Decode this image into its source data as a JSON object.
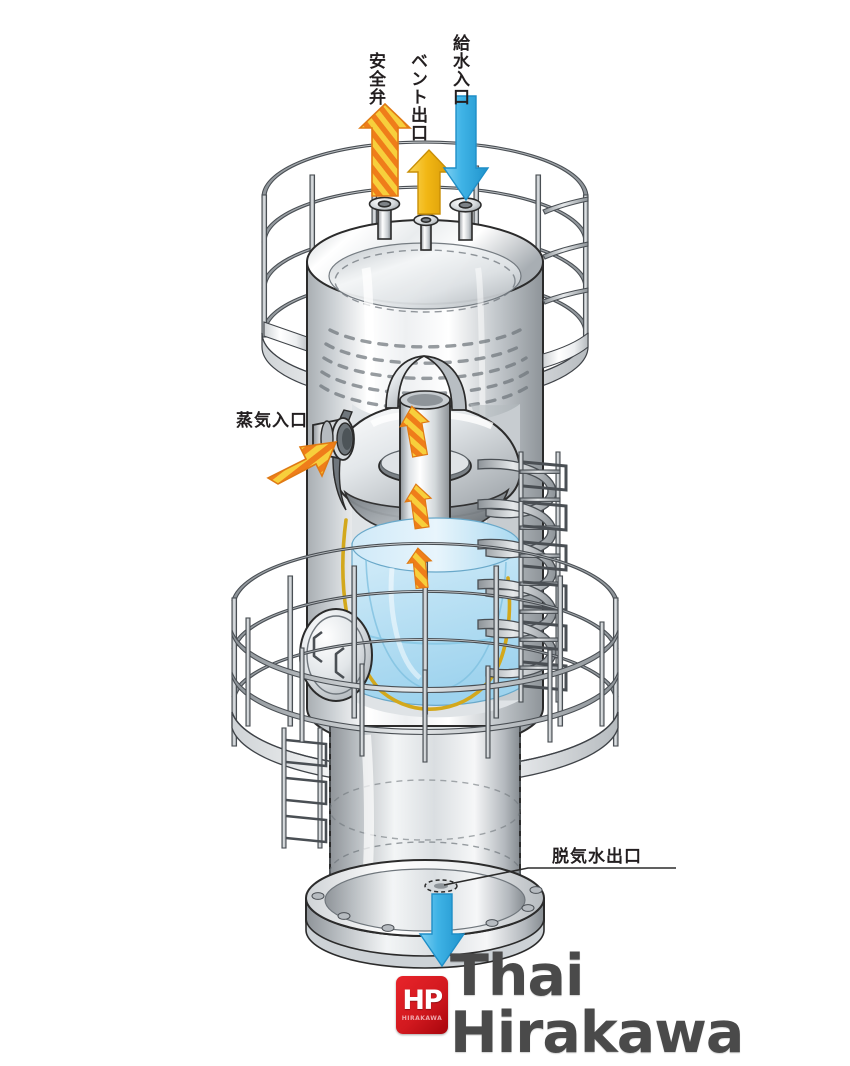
{
  "figure": {
    "title": "Deaerator cutaway illustration",
    "type": "technical-cutaway-diagram"
  },
  "labels": {
    "safety_valve": "安全弁",
    "vent_outlet": "ベント出口",
    "feedwater_inlet": "給水入口",
    "steam_inlet": "蒸気入口",
    "deaerated_water_outlet": "脱気水出口"
  },
  "flows": [
    {
      "id": "safety-valve",
      "label": "安全弁",
      "direction": "up",
      "arrow_style": "striped",
      "color": "#f5a623",
      "stripe_color": "#e8741a"
    },
    {
      "id": "vent-outlet",
      "label": "ベント出口",
      "direction": "up",
      "arrow_style": "solid",
      "color": "#f2b714"
    },
    {
      "id": "feedwater-inlet",
      "label": "給水入口",
      "direction": "down",
      "arrow_style": "solid",
      "color": "#3fb3e6"
    },
    {
      "id": "steam-inlet",
      "label": "蒸気入口",
      "direction": "right",
      "arrow_style": "striped",
      "color": "#f5c518",
      "stripe_color": "#ef7d1a"
    },
    {
      "id": "deaerated-water-outlet",
      "label": "脱気水出口",
      "direction": "down",
      "arrow_style": "solid",
      "color": "#3fb3e6"
    }
  ],
  "components": [
    {
      "id": "upper-shell",
      "name": "upper cylindrical shell"
    },
    {
      "id": "vessel-head",
      "name": "domed top head"
    },
    {
      "id": "nozzle-safety-valve",
      "name": "safety valve nozzle"
    },
    {
      "id": "nozzle-vent",
      "name": "vent nozzle"
    },
    {
      "id": "nozzle-feedwater",
      "name": "feed water nozzle"
    },
    {
      "id": "spray-tray",
      "name": "perforated spray tray"
    },
    {
      "id": "central-riser",
      "name": "central steam riser tube"
    },
    {
      "id": "deflector-cone",
      "name": "deflector cone"
    },
    {
      "id": "storage-water",
      "name": "deaerated water storage"
    },
    {
      "id": "internal-coil",
      "name": "internal pipe coil"
    },
    {
      "id": "manhole",
      "name": "manhole cover"
    },
    {
      "id": "upper-platform",
      "name": "upper access platform"
    },
    {
      "id": "lower-platform",
      "name": "lower access platform"
    },
    {
      "id": "caged-ladder",
      "name": "caged access ladder"
    },
    {
      "id": "support-skirt",
      "name": "support skirt"
    },
    {
      "id": "base-flange",
      "name": "bolted base flange"
    }
  ],
  "colors": {
    "water": "#bfe3f4",
    "water_dark": "#9fd2ee",
    "metal_light": "#ffffff",
    "metal_mid": "#d9dcdf",
    "metal_dark": "#9aa0a5",
    "outline": "#2b2b2b",
    "steam_yellow": "#f5c518",
    "steam_orange": "#ef7d1a",
    "arrow_blue": "#3fb3e6",
    "coil_gold": "#d3a81c",
    "brand_red": "#d2191f",
    "brand_gray": "#4a4a4a"
  },
  "brand": {
    "mark_text": "HP",
    "mark_sub": "HIRAKAWA",
    "name": "Thai Hirakawa"
  }
}
